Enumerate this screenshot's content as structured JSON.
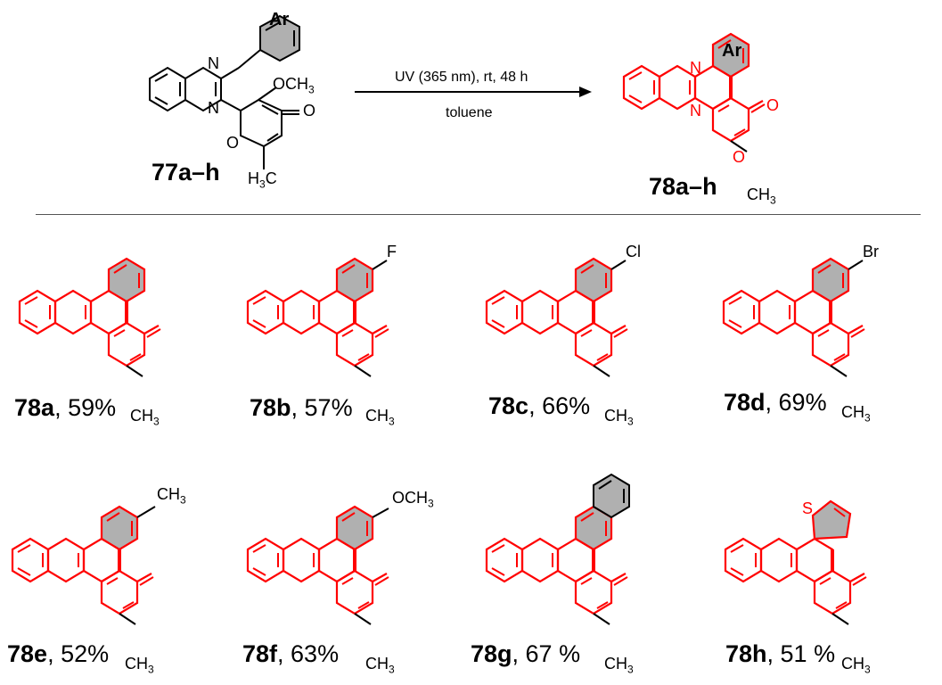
{
  "reaction": {
    "starting_label": "77a–h",
    "product_label": "78a–h",
    "conditions_top": "UV (365 nm), rt, 48 h",
    "conditions_bottom": "toluene",
    "ar_label": "Ar"
  },
  "atoms": {
    "N": "N",
    "O": "O",
    "S": "S",
    "OCH3": "OCH",
    "CH3": "CH",
    "H3C": "H",
    "sub3": "3",
    "F": "F",
    "Cl": "Cl",
    "Br": "Br",
    "CH3_sub": "CH"
  },
  "products": [
    {
      "id": "78a",
      "yield": ", 59%",
      "substituent": ""
    },
    {
      "id": "78b",
      "yield": ", 57%",
      "substituent": "F"
    },
    {
      "id": "78c",
      "yield": ", 66%",
      "substituent": "Cl"
    },
    {
      "id": "78d",
      "yield": ", 69%",
      "substituent": "Br"
    },
    {
      "id": "78e",
      "yield": ", 52%",
      "substituent": "CH"
    },
    {
      "id": "78f",
      "yield": ", 63%",
      "substituent": "OCH"
    },
    {
      "id": "78g",
      "yield": ", 67 %",
      "substituent": ""
    },
    {
      "id": "78h",
      "yield": ", 51 %",
      "substituent": ""
    }
  ],
  "colors": {
    "product": "#ff0000",
    "aryl_fill": "#b0b0b0",
    "ink": "#000000"
  }
}
